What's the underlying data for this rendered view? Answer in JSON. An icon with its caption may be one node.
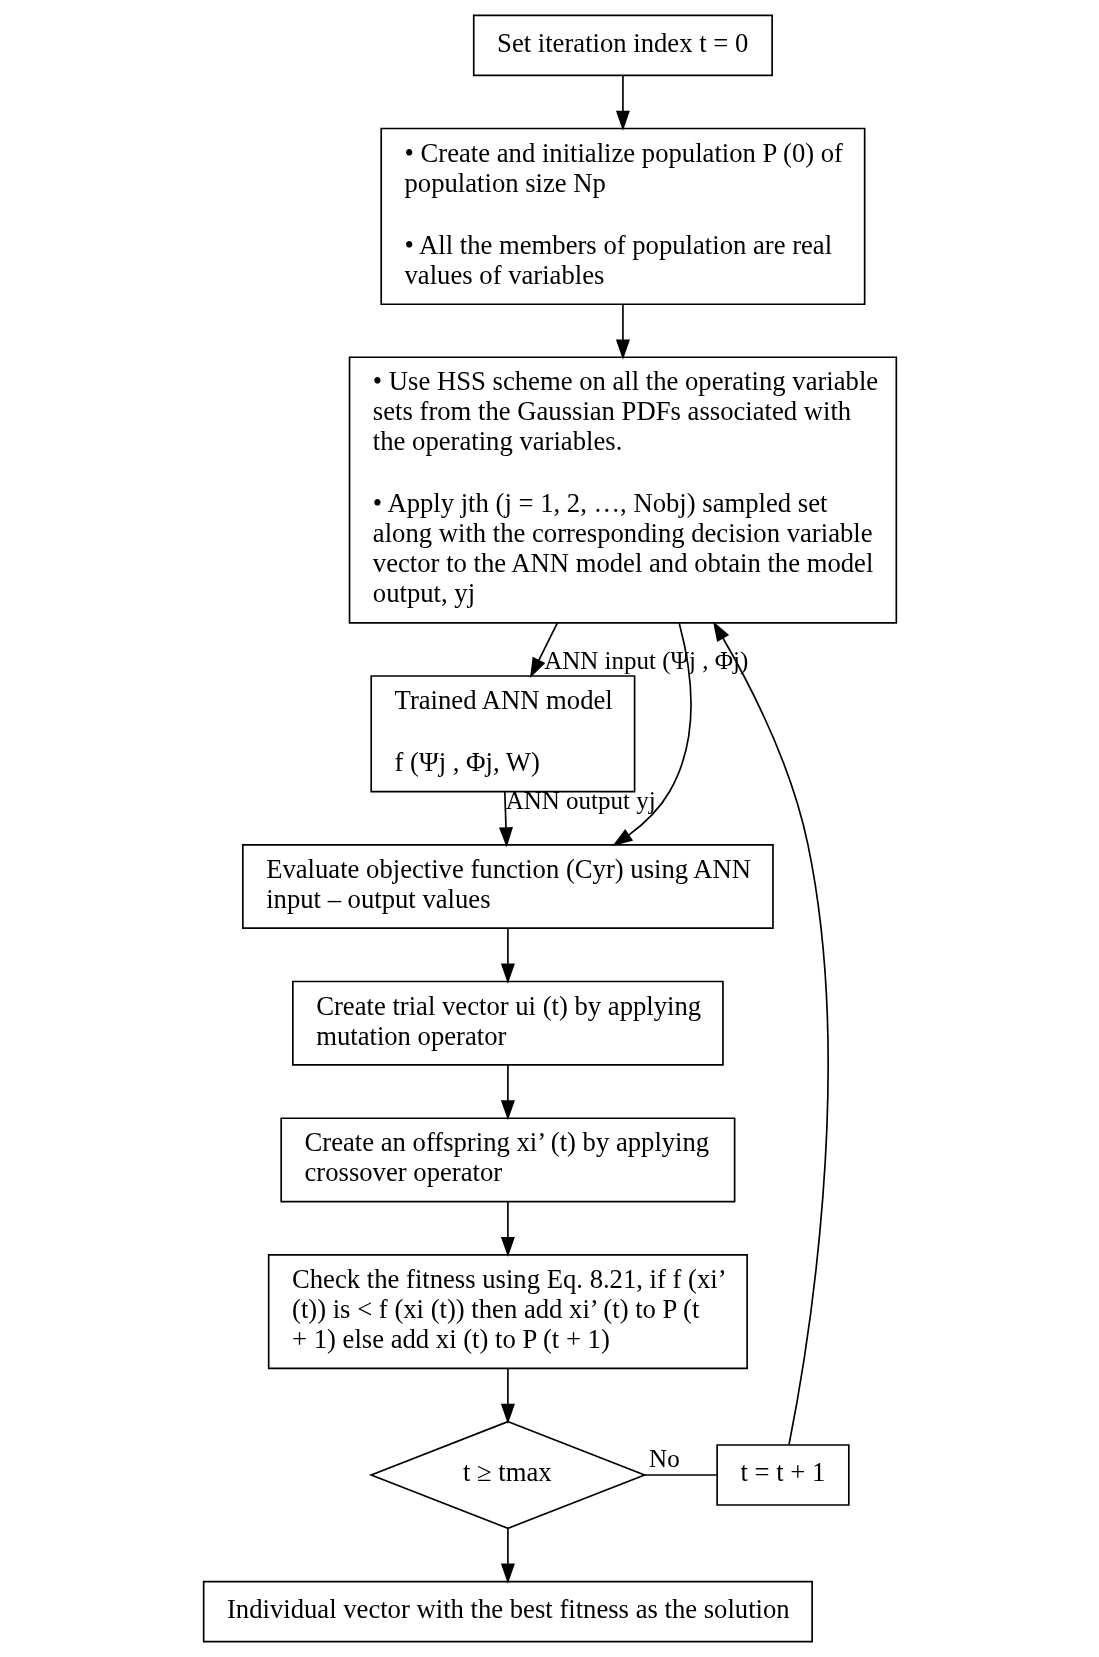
{
  "diagram": {
    "nodes": [
      {
        "text": [
          "Set iteration index t = 0"
        ]
      },
      {
        "text": [
          "• Create and initialize population P (0) of population size Np",
          "• All the members of population are real values of variables"
        ]
      },
      {
        "text": [
          "• Use HSS scheme on all the operating variable sets from the Gaussian PDFs associated with the operating variables.",
          "• Apply jth (j = 1, 2, …, Nobj) sampled set along with the corresponding decision variable vector to the ANN model and obtain the model output, yj"
        ]
      },
      {
        "text": [
          "Trained ANN model",
          "f (Ψj , Φj, W)"
        ]
      },
      {
        "text": [
          "Evaluate objective function (Cyr) using ANN input – output values"
        ]
      },
      {
        "text": [
          "Create trial vector ui (t) by applying mutation operator"
        ]
      },
      {
        "text": [
          "Create an offspring xi’ (t) by applying crossover operator"
        ]
      },
      {
        "text": [
          "Check the fitness using Eq. 8.21, if f (xi’ (t)) is < f (xi (t)) then add xi’ (t) to P (t + 1) else add xi (t) to P (t + 1)"
        ]
      },
      {
        "text": [
          "t ≥ tmax"
        ]
      },
      {
        "text": [
          "t = t + 1"
        ]
      },
      {
        "text": [
          "Individual vector with the best fitness as the solution"
        ]
      }
    ],
    "edges": [
      {
        "from": 0,
        "to": 1,
        "arrow": "to"
      },
      {
        "from": 1,
        "to": 2,
        "arrow": "to"
      },
      {
        "from": 2,
        "to": 3,
        "arrow": "to",
        "label": "ANN input (Ψj , Φj)"
      },
      {
        "from": 2,
        "to": 4,
        "arrow": "to"
      },
      {
        "from": 3,
        "to": 4,
        "arrow": "to",
        "label": "ANN output yj"
      },
      {
        "from": 4,
        "to": 5,
        "arrow": "to"
      },
      {
        "from": 5,
        "to": 6,
        "arrow": "to"
      },
      {
        "from": 6,
        "to": 7,
        "arrow": "to"
      },
      {
        "from": 7,
        "to": 8,
        "arrow": "to"
      },
      {
        "from": 8,
        "to": 9,
        "arrow": "none",
        "label": "No"
      },
      {
        "from": 9,
        "to": 2,
        "arrow": "to"
      },
      {
        "from": 8,
        "to": 10,
        "arrow": "to"
      }
    ]
  }
}
